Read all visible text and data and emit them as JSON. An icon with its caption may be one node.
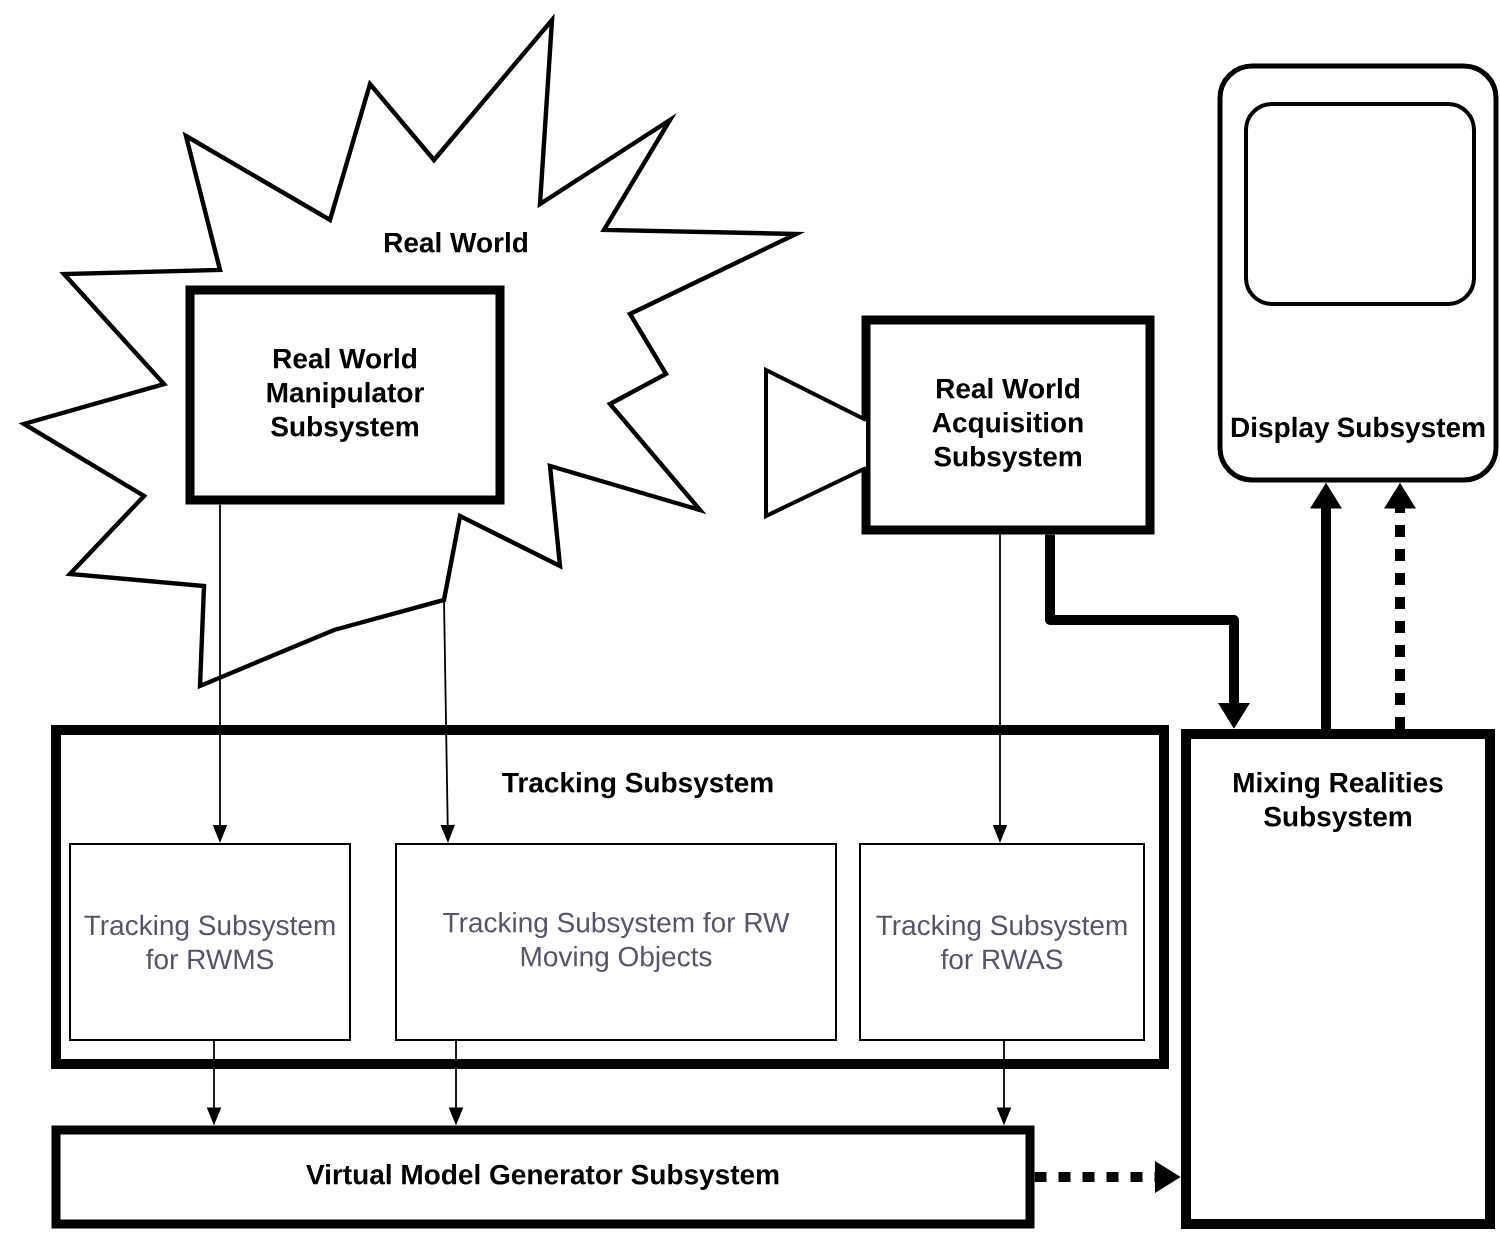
{
  "diagram": {
    "nodes": [
      {
        "text": [
          "Real World"
        ]
      },
      {
        "text": [
          "Real World Manipulator Subsystem"
        ],
        "in": 0
      },
      {
        "text": [
          "Real World Acquisition Subsystem"
        ]
      },
      {
        "text": [
          "Display Subsystem"
        ]
      },
      {
        "text": [
          "Tracking Subsystem"
        ]
      },
      {
        "text": [
          "Tracking Subsystem for RWMS"
        ],
        "in": 4
      },
      {
        "text": [
          "Tracking Subsystem for RW Moving Objects"
        ],
        "in": 4
      },
      {
        "text": [
          "Tracking Subsystem for RWAS"
        ],
        "in": 4
      },
      {
        "text": [
          "Mixing Realities Subsystem"
        ]
      },
      {
        "text": [
          "Virtual Model Generator Subsystem"
        ]
      }
    ],
    "edges": [
      {
        "from": 1,
        "to": 5,
        "arrow": "to"
      },
      {
        "from": 0,
        "to": 6,
        "arrow": "to"
      },
      {
        "from": 2,
        "to": 7,
        "arrow": "to"
      },
      {
        "from": 2,
        "to": 8,
        "arrow": "to",
        "style": "thick"
      },
      {
        "from": 8,
        "to": 3,
        "arrow": "to",
        "style": "thick"
      },
      {
        "from": 8,
        "to": 3,
        "arrow": "to",
        "style": "dashed"
      },
      {
        "from": 5,
        "to": 9,
        "arrow": "to"
      },
      {
        "from": 6,
        "to": 9,
        "arrow": "to"
      },
      {
        "from": 7,
        "to": 9,
        "arrow": "to"
      },
      {
        "from": 9,
        "to": 8,
        "arrow": "to",
        "style": "dashed"
      }
    ]
  }
}
